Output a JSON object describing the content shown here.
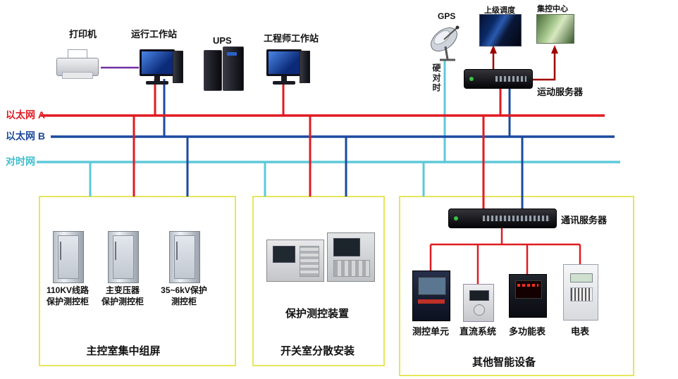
{
  "buses": {
    "ethernet_a": "以太网 A",
    "ethernet_b": "以太网 B",
    "timing": "对时网"
  },
  "colors": {
    "ethernet_a": "#e01b22",
    "ethernet_b": "#1b4a9e",
    "timing": "#5ec8d8",
    "dark_red": "#a00000",
    "printer_cable": "#7030a0",
    "dist_red": "#e01b22",
    "box_border": "#e6e65c"
  },
  "top": {
    "printer": "打印机",
    "operator_ws": "运行工作站",
    "ups": "UPS",
    "engineer_ws": "工程师工作站",
    "gps": "GPS",
    "hard_time": "硬对时",
    "upper_dispatch": "上级调度",
    "central_control": "集控中心",
    "telecontrol_server": "运动服务器"
  },
  "box1": {
    "title": "主控室集中组屏",
    "cab1": "110KV线路\n保护测控柜",
    "cab2": "主变压器\n保护测控柜",
    "cab3": "35~6kV保护\n测控柜"
  },
  "box2": {
    "title": "开关室分散安装",
    "device_label": "保护测控装置"
  },
  "box3": {
    "title": "其他智能设备",
    "comm_server": "通讯服务器",
    "item1": "测控单元",
    "item2": "直流系统",
    "item3": "多功能表",
    "item4": "电表"
  }
}
